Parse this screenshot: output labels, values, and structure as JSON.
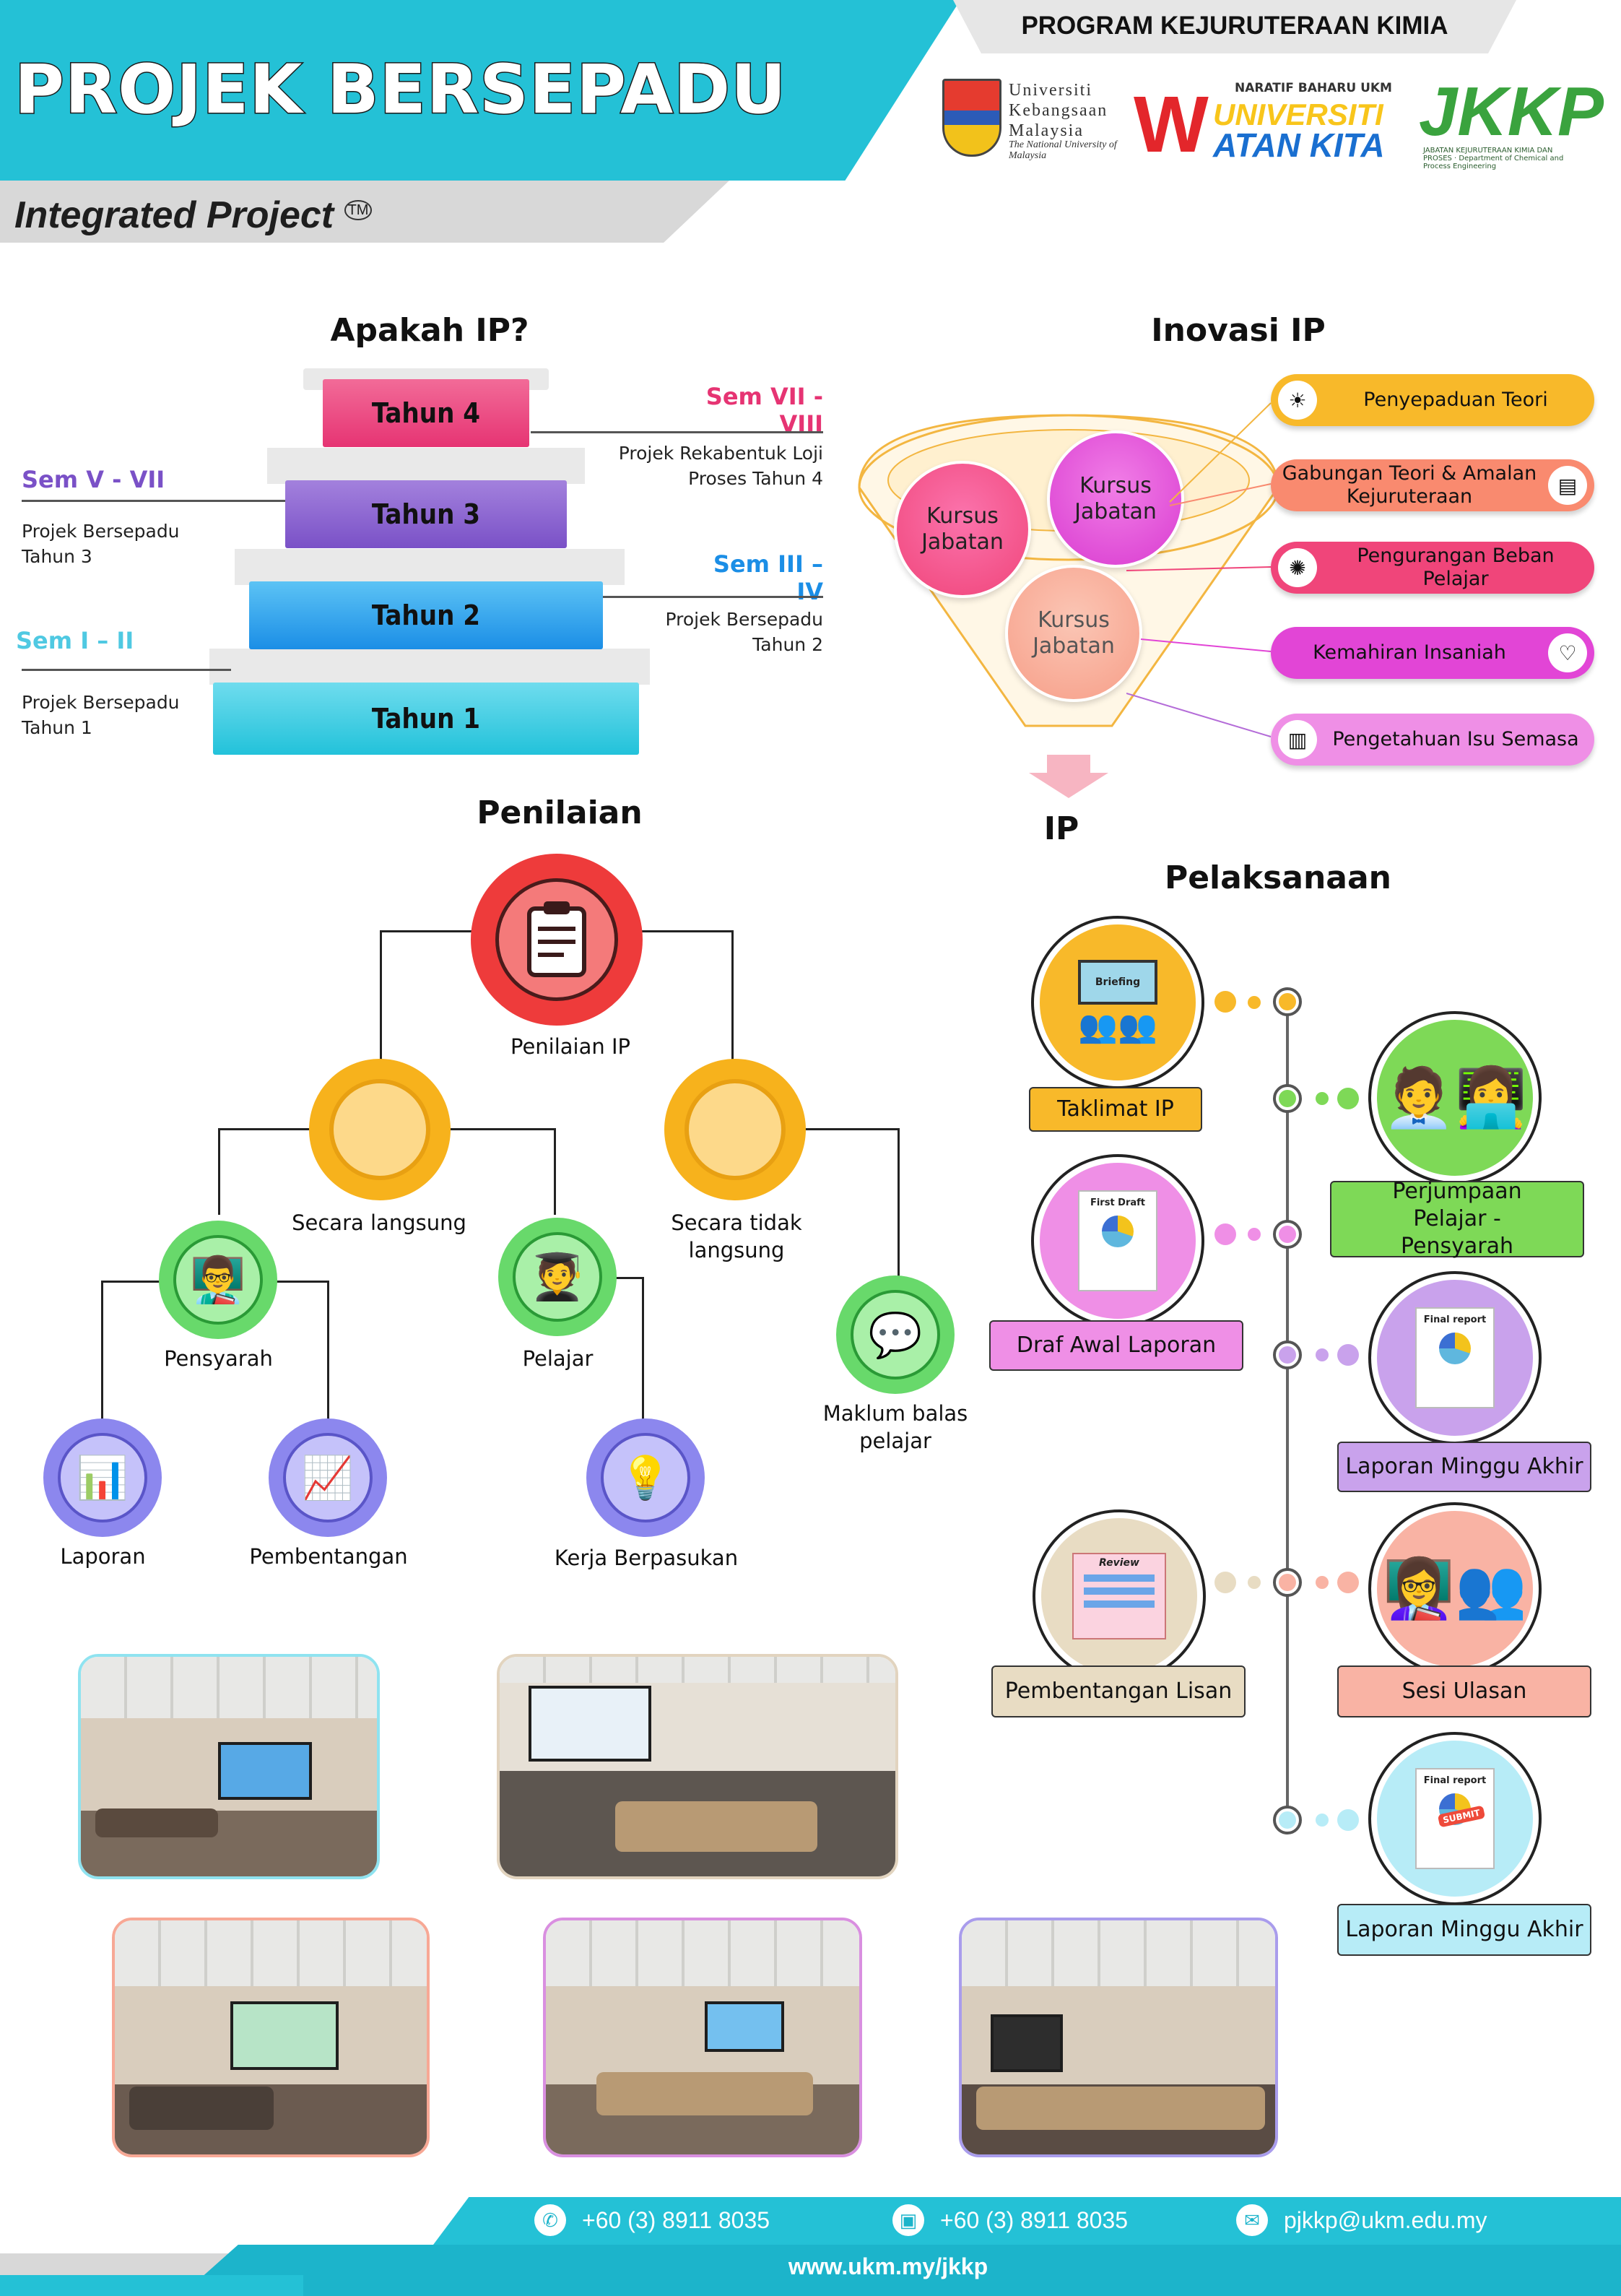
{
  "header": {
    "title": "PROJEK BERSEPADU",
    "subtitle": "Integrated Project",
    "trademark": "TM",
    "program": "PROGRAM KEJURUTERAAN KIMIA",
    "logos": {
      "ukm_name": "Universiti Kebangsaan Malaysia",
      "ukm_tagline": "The National University of Malaysia",
      "naratif": "NARATIF BAHARU UKM",
      "universiti": "UNIVERSITI",
      "watan_kita": "ATAN KITA",
      "watan_w": "W",
      "jkkp": "JKKP",
      "jkkp_small": "JABATAN KEJURUTERAAN KIMIA DAN PROSES · Department of Chemical and Process Engineering"
    }
  },
  "apakah": {
    "title": "Apakah IP?",
    "tiers": [
      "Tahun 4",
      "Tahun 3",
      "Tahun 2",
      "Tahun 1"
    ],
    "labels": [
      {
        "sem": "Sem VII - VIII",
        "text1": "Projek Rekabentuk Loji",
        "text2": "Proses Tahun 4"
      },
      {
        "sem": "Sem V - VII",
        "text1": "Projek Bersepadu",
        "text2": "Tahun 3"
      },
      {
        "sem": "Sem III – IV",
        "text1": "Projek Bersepadu",
        "text2": "Tahun 2"
      },
      {
        "sem": "Sem I – II",
        "text1": "Projek Bersepadu",
        "text2": "Tahun 1"
      }
    ]
  },
  "inovasi": {
    "title": "Inovasi IP",
    "funnel_circles": [
      "Kursus Jabatan",
      "Kursus Jabatan",
      "Kursus Jabatan"
    ],
    "output": "IP",
    "items": [
      {
        "label": "Penyepaduan Teori",
        "color": "#f8b92a",
        "icon": "lightbulb-icon"
      },
      {
        "label": "Gabungan Teori & Amalan Kejuruteraan",
        "color": "#f98a6f",
        "icon": "document-icon"
      },
      {
        "label": "Pengurangan Beban Pelajar",
        "color": "#f0457a",
        "icon": "brain-icon"
      },
      {
        "label": "Kemahiran Insaniah",
        "color": "#e245d6",
        "icon": "heart-hand-icon"
      },
      {
        "label": "Pengetahuan Isu Semasa",
        "color": "#ef8fe6",
        "icon": "book-icon"
      }
    ]
  },
  "penilaian": {
    "title": "Penilaian",
    "root": "Penilaian IP",
    "direct": "Secara langsung",
    "indirect": "Secara tidak langsung",
    "lecturer": "Pensyarah",
    "student": "Pelajar",
    "feedback": "Maklum balas pelajar",
    "report": "Laporan",
    "presentation": "Pembentangan",
    "teamwork": "Kerja Berpasukan"
  },
  "pelaksanaan": {
    "title": "Pelaksanaan",
    "steps": [
      {
        "label": "Taklimat IP",
        "color": "#f8b92a",
        "img_text": "Briefing"
      },
      {
        "label": "Perjumpaan Pelajar - Pensyarah",
        "color": "#7ed957",
        "img_text": ""
      },
      {
        "label": "Draf Awal Laporan",
        "color": "#ef8fe6",
        "img_text": "First Draft"
      },
      {
        "label": "Laporan Minggu Akhir",
        "color": "#c9a2ec",
        "img_text": "Final report"
      },
      {
        "label": "Pembentangan Lisan",
        "color": "#e8dcc3",
        "img_text": "Review"
      },
      {
        "label": "Sesi Ulasan",
        "color": "#f9b3a4",
        "img_text": ""
      },
      {
        "label": "Laporan Minggu Akhir",
        "color": "#b7ecf7",
        "img_text": "Final report"
      }
    ],
    "submit_stamp": "SUBMIT"
  },
  "footer": {
    "phone": "+60 (3) 8911 8035",
    "fax": "+60 (3) 8911 8035",
    "email": "pjkkp@ukm.edu.my",
    "web": "www.ukm.my/jkkp"
  }
}
